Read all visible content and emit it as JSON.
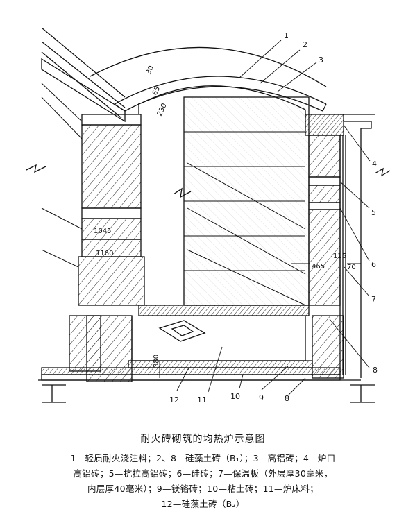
{
  "callouts": [
    "1",
    "2",
    "3",
    "4",
    "5",
    "6",
    "7",
    "8",
    "9",
    "10",
    "11",
    "12"
  ],
  "dimensions": {
    "d30": "30",
    "d65": "65",
    "d230": "230",
    "d1045": "1045",
    "d1160": "1160",
    "d465": "465",
    "d115": "115",
    "d70": "70",
    "d380": "380"
  },
  "caption": {
    "title": "耐火砖砌筑的均热炉示意图",
    "line1": "1—轻质耐火浇注料；2、8—硅藻土砖（B₁）；3—高铝砖；4—炉口",
    "line2": "高铝砖；5—抗拉高铝砖；6—硅砖；7—保温板（外层厚30毫米，",
    "line3": "内层厚40毫米）；9—镁铬砖；10—粘土砖；11—炉床料；",
    "line4": "12—硅藻土砖（B₂）"
  },
  "colors": {
    "ink": "#111111",
    "paper": "#ffffff"
  }
}
